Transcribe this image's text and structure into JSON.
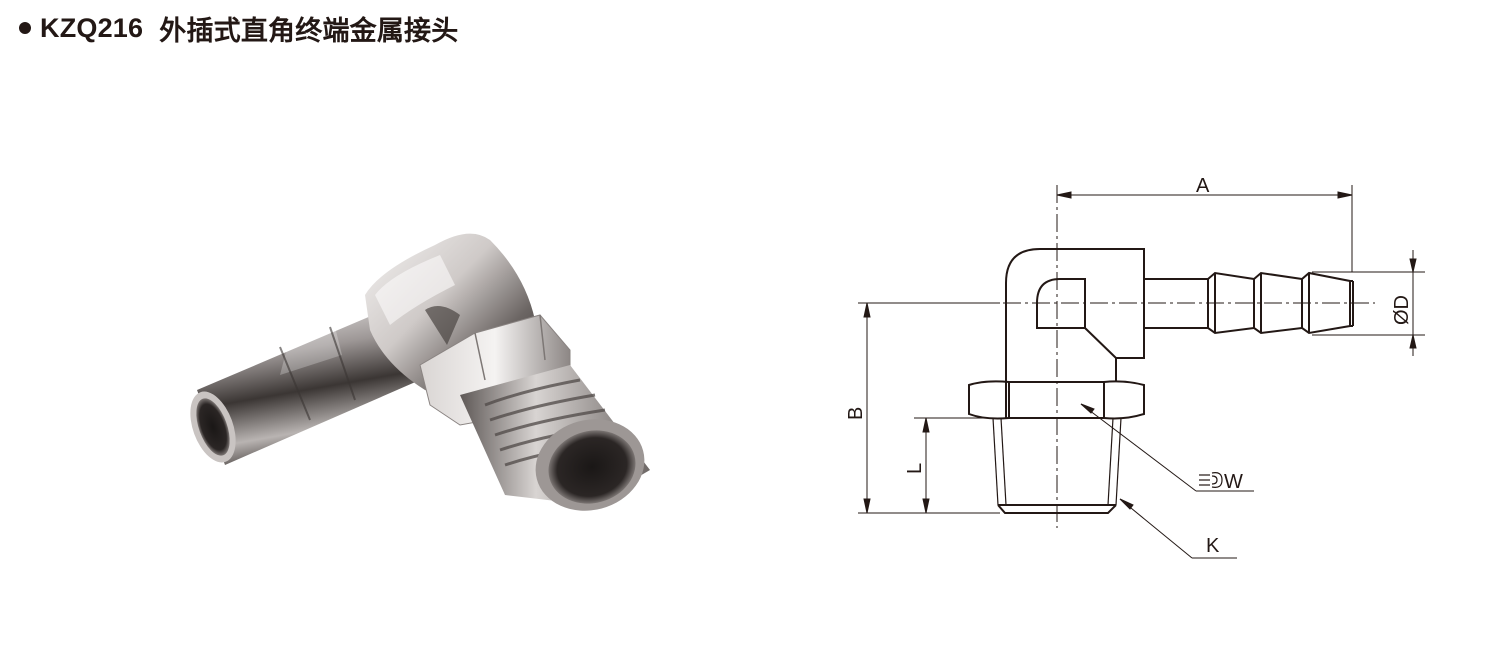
{
  "header": {
    "bullet_icon": "filled-circle-bullet",
    "model": "KZQ216",
    "name": "外插式直角终端金属接头"
  },
  "product_photo": {
    "description": "nickel-plated brass 90-degree elbow hose barb fitting with male thread",
    "colors": {
      "metal_light": "#e6e4e2",
      "metal_mid": "#a8a4a2",
      "metal_dark": "#3a3533"
    }
  },
  "drawing": {
    "dimensions": {
      "A": "A",
      "B": "B",
      "L": "L",
      "D": "ØD",
      "W": "W",
      "K": "K"
    },
    "icons": {
      "wrench": "wrench-icon"
    },
    "line_color": "#231815"
  }
}
